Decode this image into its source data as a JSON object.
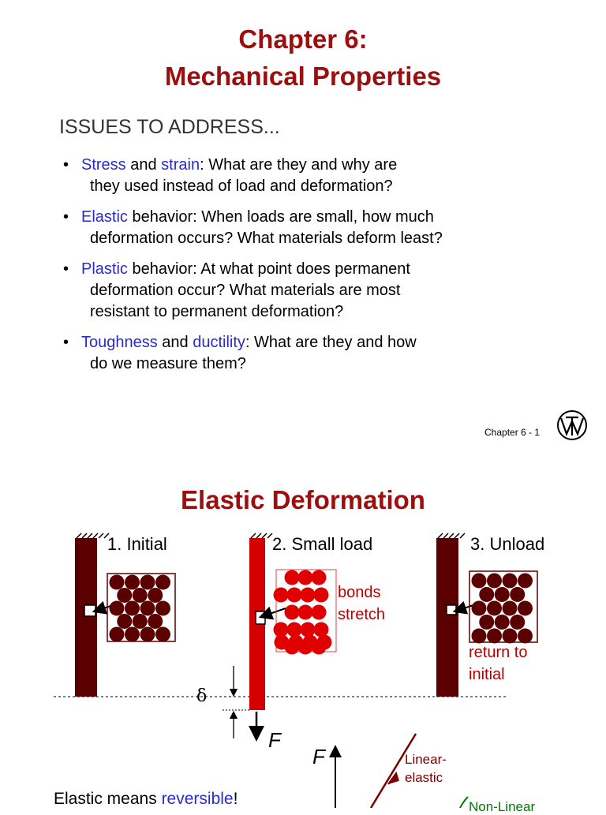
{
  "slide1": {
    "title_line1": "Chapter 6:",
    "title_line2": "Mechanical Properties",
    "issues_heading": "ISSUES TO ADDRESS...",
    "bullets": [
      {
        "dot": "•",
        "term1": "Stress",
        "mid1": " and ",
        "term2": "strain",
        "rest": ":  What are they and why are",
        "cont": "they used instead of load and deformation?"
      },
      {
        "dot": "•",
        "term1": "Elastic",
        "rest": " behavior:  When loads are small, how much",
        "cont": "deformation occurs?  What materials deform least?"
      },
      {
        "dot": "•",
        "term1": "Plastic",
        "rest": " behavior:  At what point does permanent",
        "cont": "deformation occur?  What materials are most",
        "cont2": "resistant to permanent deformation?"
      },
      {
        "dot": "•",
        "term1": "Toughness",
        "mid1": " and ",
        "term2": "ductility",
        "rest": ":  What are they and how",
        "cont": "do we measure them?"
      }
    ],
    "footer": "Chapter 6 -    1",
    "logo_text": "WT"
  },
  "slide2": {
    "title": "Elastic Deformation",
    "stage1": "1. Initial",
    "stage2": "2. Small load",
    "stage3": "3. Unload",
    "bonds": "bonds",
    "stretch": "stretch",
    "return_to": "return to",
    "initial": "initial",
    "delta": "δ",
    "force": "F",
    "graph_force": "F",
    "linear": "Linear-",
    "elastic": "elastic",
    "nonlinear": "Non-Linear",
    "elastic_means": "Elastic means ",
    "reversible": "reversible",
    "excl": "!"
  },
  "colors": {
    "title_red": "#9b0f0f",
    "term_blue": "#2b2bcc",
    "bar_dark": "#5a0000",
    "bar_red": "#d40000",
    "atom_red": "#e00000",
    "green": "#007a00"
  }
}
